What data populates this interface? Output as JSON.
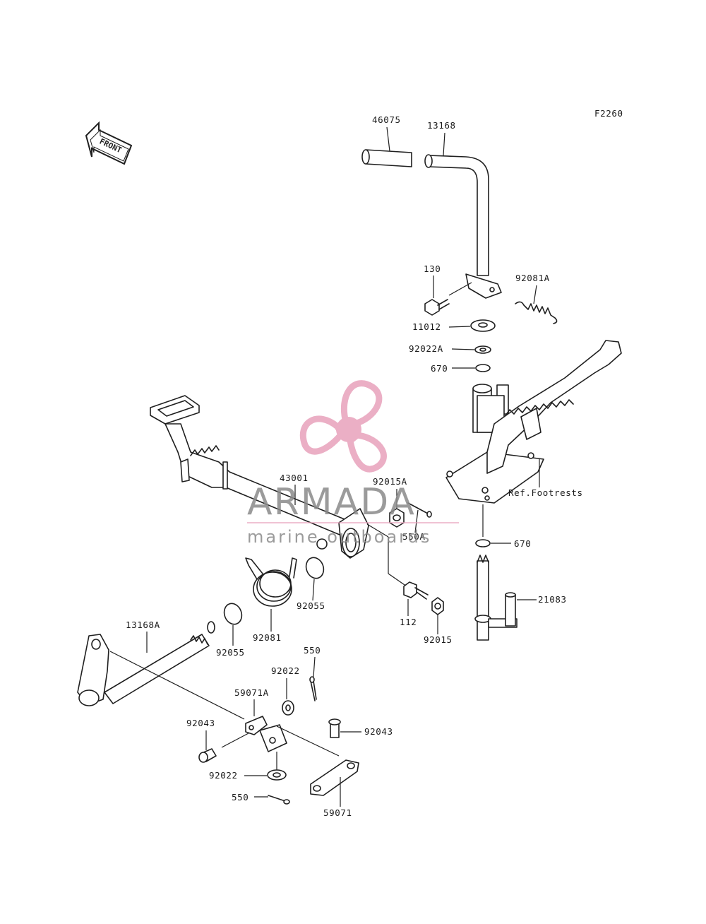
{
  "diagram": {
    "code": "F2260",
    "front_marker": "FRONT",
    "reference_note": "Ref.Footrests",
    "watermark": {
      "brand": "ARMADA",
      "tagline": "marine outboards",
      "logo_color": "#e8a2bb",
      "text_color": "#8a8a8a"
    },
    "labels": {
      "l46075": "46075",
      "l13168": "13168",
      "l130": "130",
      "l92081A": "92081A",
      "l11012": "11012",
      "l92022A": "92022A",
      "l670a": "670",
      "l43001": "43001",
      "l92015A": "92015A",
      "l550A": "550A",
      "l670b": "670",
      "l92055a": "92055",
      "l92081": "92081",
      "l112": "112",
      "l92015": "92015",
      "l21083": "21083",
      "l13168A": "13168A",
      "l92055b": "92055",
      "l550a": "550",
      "l92022a": "92022",
      "l59071A": "59071A",
      "l92043a": "92043",
      "l92043b": "92043",
      "l92022b": "92022",
      "l550b": "550",
      "l59071": "59071"
    }
  }
}
